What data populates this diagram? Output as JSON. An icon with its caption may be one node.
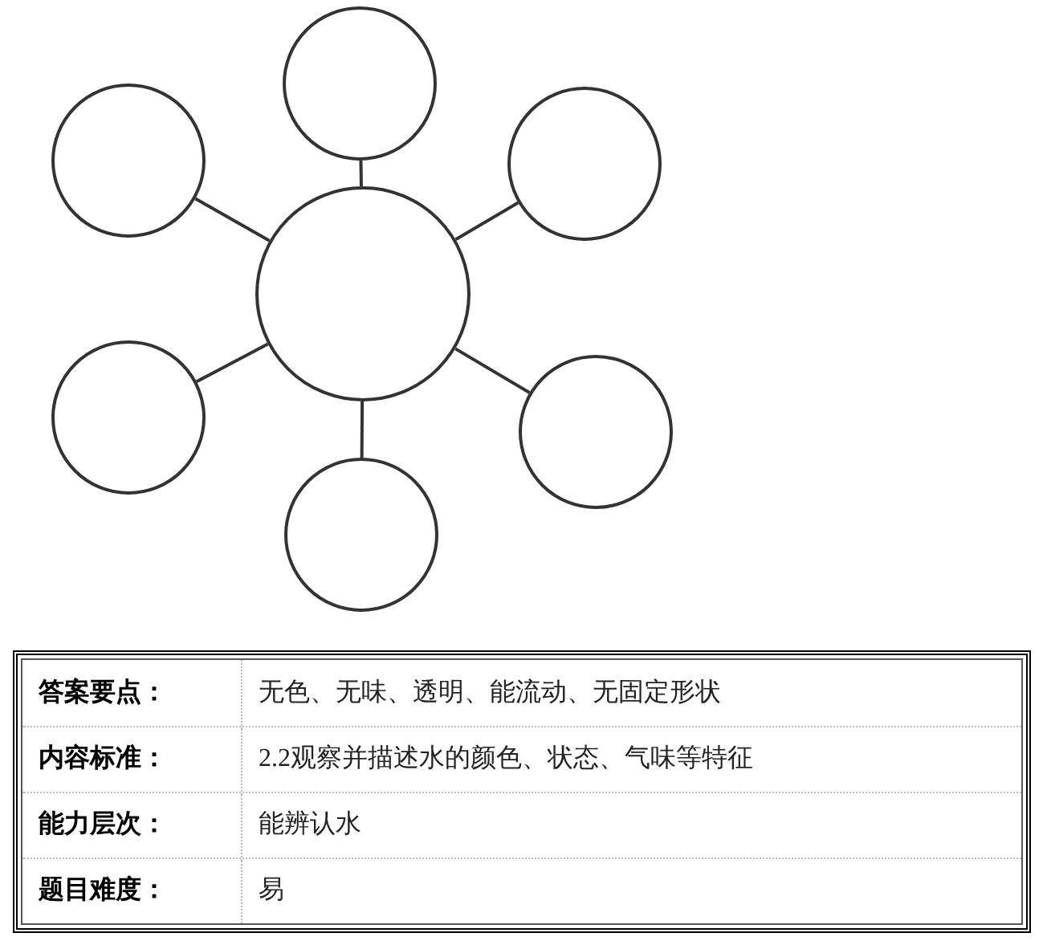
{
  "diagram": {
    "nodes": [
      {
        "text": [],
        "shape": "circle"
      },
      {
        "text": [],
        "shape": "circle"
      },
      {
        "text": [],
        "shape": "circle"
      },
      {
        "text": [],
        "shape": "circle"
      },
      {
        "text": [],
        "shape": "circle"
      },
      {
        "text": [],
        "shape": "circle"
      },
      {
        "text": [],
        "shape": "circle"
      }
    ],
    "edges": [
      {
        "from": 3,
        "to": 0,
        "arrow": "none"
      },
      {
        "from": 3,
        "to": 1,
        "arrow": "none"
      },
      {
        "from": 3,
        "to": 2,
        "arrow": "none"
      },
      {
        "from": 3,
        "to": 4,
        "arrow": "none"
      },
      {
        "from": 3,
        "to": 5,
        "arrow": "none"
      },
      {
        "from": 3,
        "to": 6,
        "arrow": "none"
      }
    ],
    "labels": [
      "答案要点：",
      "无色、无味、透明、能流动、无固定形状",
      "内容标准：",
      "2.2观察并描述水的颜色、状态、气味等特征",
      "能力层次：",
      "能辨认水",
      "题目难度：",
      "易"
    ]
  }
}
